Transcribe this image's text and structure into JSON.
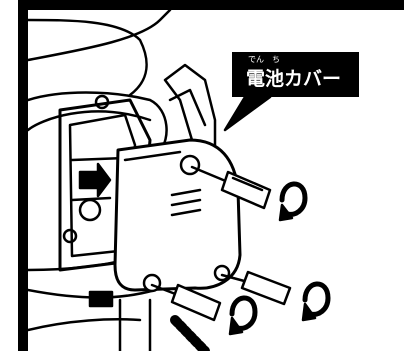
{
  "callout": {
    "label": "電池カバー",
    "ruby_den": "でん",
    "ruby_chi": "ち"
  }
}
